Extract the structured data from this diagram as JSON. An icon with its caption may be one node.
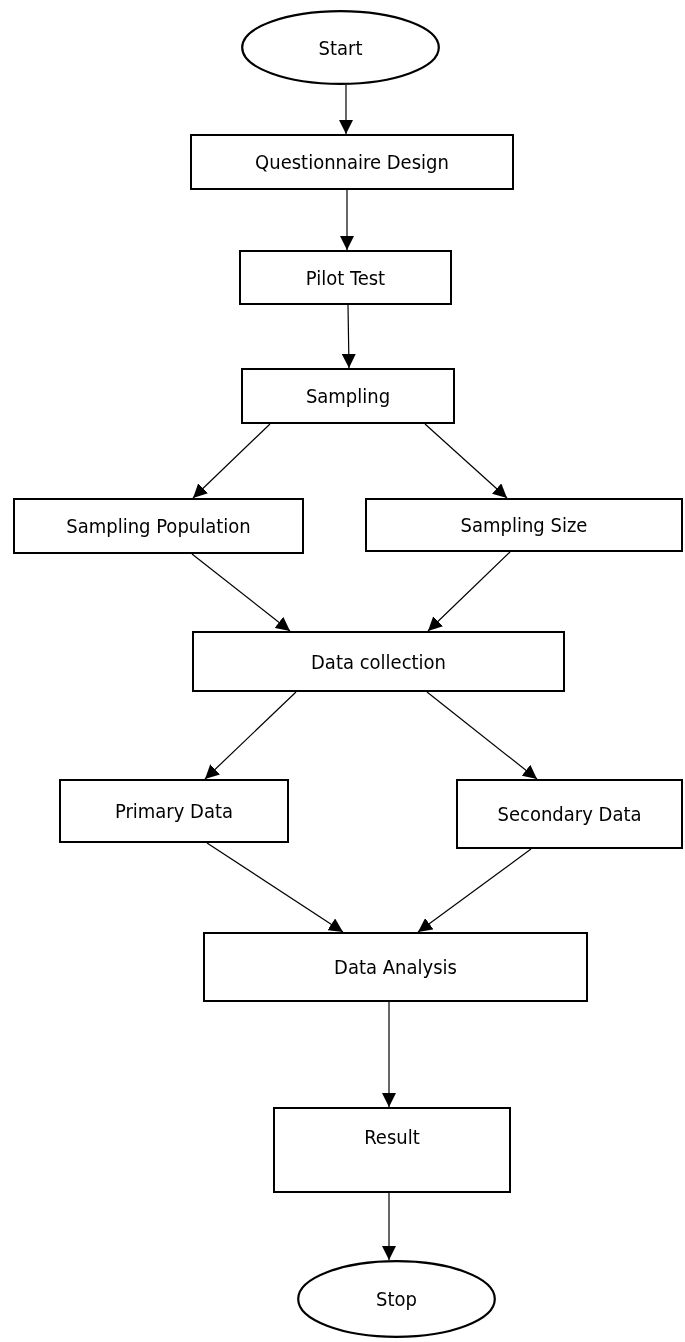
{
  "diagram": {
    "nodes": [
      {
        "text": [
          "Start"
        ]
      },
      {
        "text": [
          "Questionnaire Design"
        ]
      },
      {
        "text": [
          "Pilot Test"
        ]
      },
      {
        "text": [
          "Sampling"
        ]
      },
      {
        "text": [
          "Sampling Population"
        ]
      },
      {
        "text": [
          "Sampling Size"
        ]
      },
      {
        "text": [
          "Data collection"
        ]
      },
      {
        "text": [
          "Primary Data"
        ]
      },
      {
        "text": [
          "Secondary Data"
        ]
      },
      {
        "text": [
          "Data Analysis"
        ]
      },
      {
        "text": [
          "Result"
        ]
      },
      {
        "text": [
          "Stop"
        ]
      }
    ],
    "edges": [
      {
        "from": 0,
        "to": 1,
        "arrow": "to"
      },
      {
        "from": 1,
        "to": 2,
        "arrow": "to"
      },
      {
        "from": 2,
        "to": 3,
        "arrow": "to"
      },
      {
        "from": 3,
        "to": 4,
        "arrow": "to"
      },
      {
        "from": 3,
        "to": 5,
        "arrow": "to"
      },
      {
        "from": 4,
        "to": 6,
        "arrow": "to"
      },
      {
        "from": 5,
        "to": 6,
        "arrow": "to"
      },
      {
        "from": 6,
        "to": 7,
        "arrow": "to"
      },
      {
        "from": 6,
        "to": 8,
        "arrow": "to"
      },
      {
        "from": 7,
        "to": 9,
        "arrow": "to"
      },
      {
        "from": 8,
        "to": 9,
        "arrow": "to"
      },
      {
        "from": 9,
        "to": 10,
        "arrow": "to"
      },
      {
        "from": 10,
        "to": 11,
        "arrow": "to"
      }
    ]
  }
}
